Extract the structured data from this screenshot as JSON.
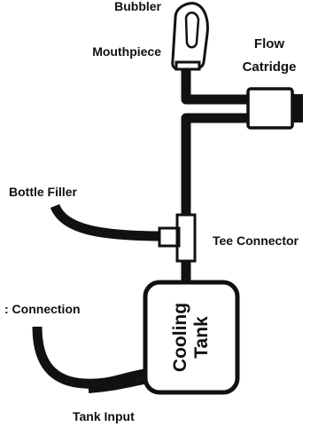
{
  "labels": {
    "mouthpiece_line1": "Bubbler",
    "mouthpiece_line2": "Mouthpiece",
    "flow_line1": "Flow",
    "flow_line2": "Catridge",
    "bottle_filler": "Bottle Filler",
    "tee_connector": "Tee Connector",
    "connection": ": Connection",
    "tank_input": "Tank Input",
    "tank_line1": "Cooling",
    "tank_line2": "Tank"
  },
  "colors": {
    "hose": "#111111",
    "outline": "#111111",
    "fill": "#ffffff"
  }
}
